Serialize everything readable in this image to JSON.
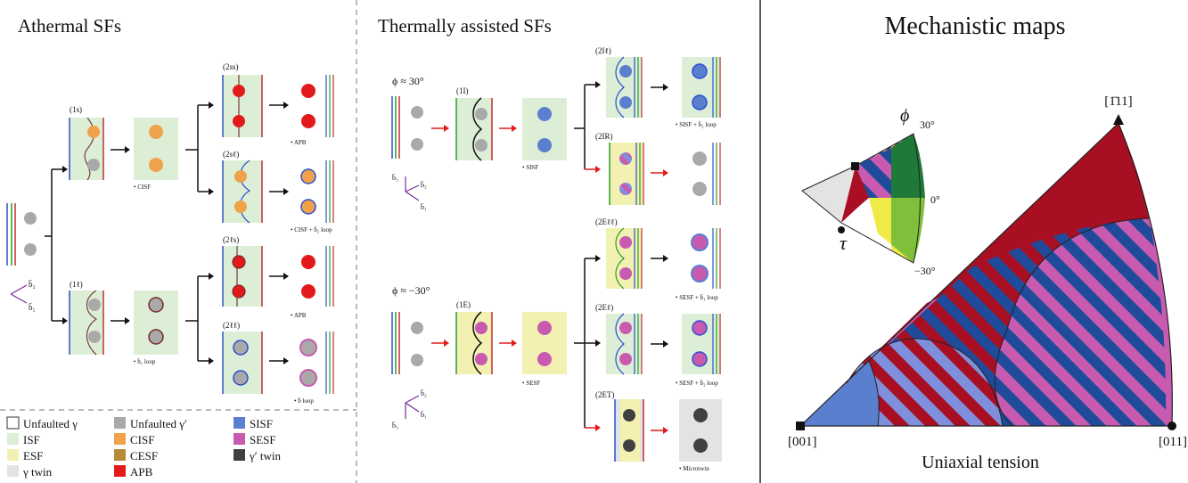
{
  "panels": {
    "athermal": {
      "title": "Athermal SFs",
      "labels": {
        "s1": "(1s)",
        "l1": "(1ℓ)",
        "ss2": "(2ss)",
        "sl2": "(2sℓ)",
        "ls2": "(2ℓs)",
        "ll2": "(2ℓℓ)"
      },
      "captions": {
        "cisf": "• CISF",
        "b1loop": "• b̄₁ loop",
        "apb1": "• APB",
        "cisfloop": "• CISF + b̄₂ loop",
        "apb2": "• APB",
        "bloop": "• b̄ loop"
      },
      "vectors": {
        "b2": "b̄₂",
        "b1": "b̄₁"
      }
    },
    "thermal": {
      "title": "Thermally assisted SFs",
      "phi_pos": "ϕ ≈ 30°",
      "phi_neg": "ϕ ≈ −30°",
      "labels": {
        "i1": "(1I)",
        "ll2i": "(2Iℓ)",
        "ir2": "(2IR)",
        "e1": "(1E)",
        "ell2": "(2Eℓℓ)",
        "el2": "(2Eℓ)",
        "et2": "(2ET)"
      },
      "captions": {
        "sisf": "• SISF",
        "sisfloop": "• SISF + b̄₂ loop",
        "sesf": "• SESF",
        "sesfb1": "• SESF + b̄₁ loop",
        "sesfb2": "• SESF + b̄₂ loop",
        "microtwin": "• Microtwin"
      },
      "vectors": {
        "b3": "b̄₃",
        "b2": "b̄₂",
        "b1": "b̄₁"
      }
    },
    "maps": {
      "title": "Mechanistic maps",
      "corner_top": "[1̄11]",
      "corner_left": "[001]",
      "corner_right": "[011]",
      "xlabel": "Uniaxial tension",
      "phi_symbol": "ϕ",
      "tau_symbol": "τ",
      "angle_ticks": [
        "30°",
        "0°",
        "−30°"
      ]
    }
  },
  "legend": [
    {
      "label": "Unfaulted γ",
      "color": "#ffffff"
    },
    {
      "label": "Unfaulted γ′",
      "color": "#a9a9a9"
    },
    {
      "label": "SISF",
      "color": "#5b7fcf"
    },
    {
      "label": "ISF",
      "color": "#dcefd6"
    },
    {
      "label": "CISF",
      "color": "#f0a24a"
    },
    {
      "label": "SESF",
      "color": "#c85bb0"
    },
    {
      "label": "ESF",
      "color": "#f3f1b2"
    },
    {
      "label": "CESF",
      "color": "#b58a3a"
    },
    {
      "label": "γ′ twin",
      "color": "#404040"
    },
    {
      "label": "γ twin",
      "color": "#e3e3e3"
    },
    {
      "label": "APB",
      "color": "#e31a1c"
    }
  ]
}
